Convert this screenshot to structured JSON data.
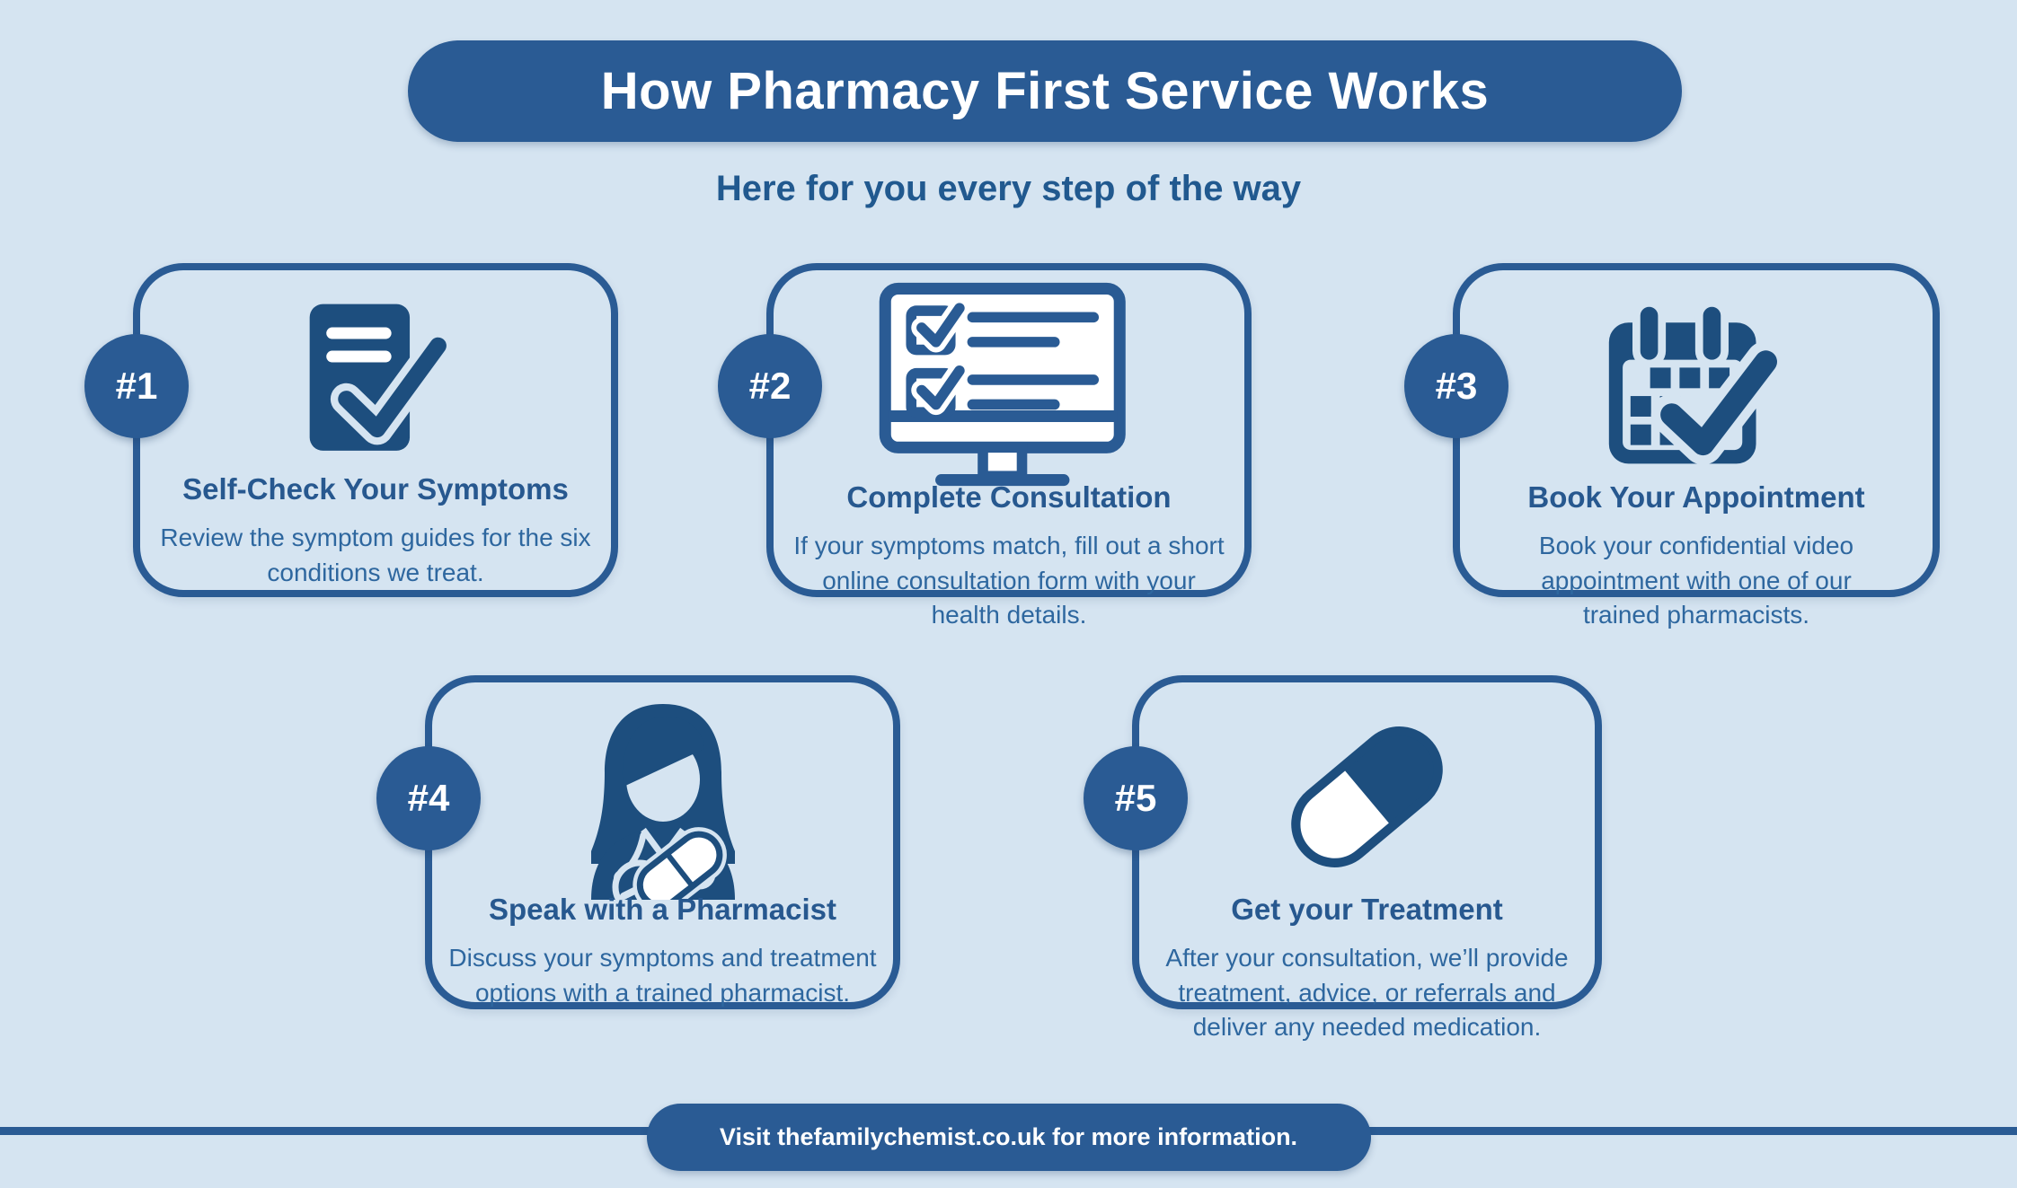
{
  "palette": {
    "background": "#d5e4f1",
    "accent_blue": "#2a5b94",
    "icon_navy": "#1d4e7e",
    "title_text": "#27588f",
    "body_text": "#2e679f",
    "white": "#ffffff"
  },
  "header": {
    "title": "How Pharmacy First Service Works",
    "subtitle": "Here for you every step of the way"
  },
  "steps": [
    {
      "badge": "#1",
      "title": "Self-Check Your Symptoms",
      "body": "Review the symptom guides for the six\nconditions we treat.",
      "icon": "document-check-icon"
    },
    {
      "badge": "#2",
      "title": "Complete Consultation",
      "body": "If your symptoms match, fill out a short\nonline consultation form with your\nhealth details.",
      "icon": "monitor-checklist-icon"
    },
    {
      "badge": "#3",
      "title": "Book Your Appointment",
      "body": "Book your confidential video\nappointment with one of our\ntrained pharmacists.",
      "icon": "calendar-check-icon"
    },
    {
      "badge": "#4",
      "title": "Speak with a Pharmacist",
      "body": "Discuss your symptoms and treatment\noptions with a trained pharmacist.",
      "icon": "pharmacist-icon"
    },
    {
      "badge": "#5",
      "title": "Get your Treatment",
      "body": "After your consultation, we’ll provide\ntreatment, advice, or referrals and\ndeliver any needed medication.",
      "icon": "capsule-icon"
    }
  ],
  "footer": {
    "text": "Visit thefamilychemist.co.uk for more information."
  }
}
